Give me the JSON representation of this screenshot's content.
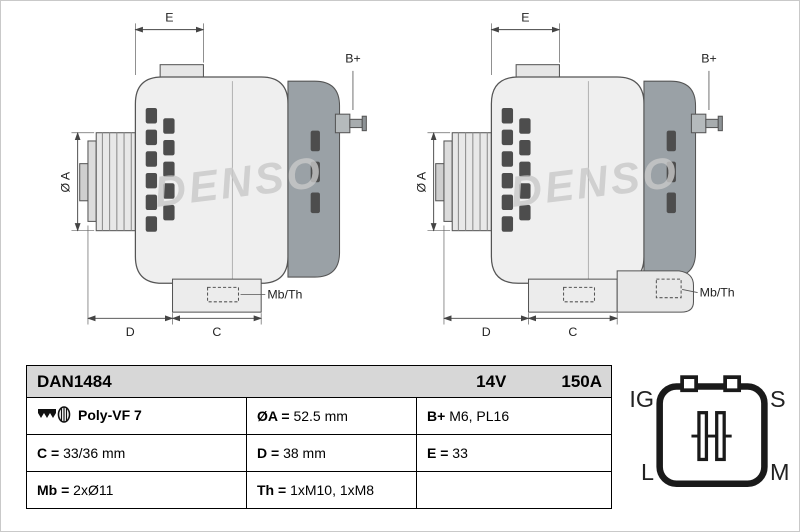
{
  "header": {
    "part_number": "DAN1484",
    "voltage": "14V",
    "amperage": "150A"
  },
  "drawing": {
    "watermark": "DENSO",
    "dim_e_label": "E",
    "terminal_b_label": "B+",
    "dim_a_label": "Ø A",
    "mb_th_label": "Mb/Th",
    "dim_d_label": "D",
    "dim_c_label": "C"
  },
  "spec_table": {
    "belt_type": {
      "value": "Poly-VF 7"
    },
    "pulley_diameter": {
      "label": "ØA =",
      "value": "52.5 mm"
    },
    "terminal": {
      "label": "B+",
      "value": "M6, PL16"
    },
    "dim_c": {
      "label": "C =",
      "value": "33/36 mm"
    },
    "dim_d": {
      "label": "D =",
      "value": "38 mm"
    },
    "dim_e": {
      "label": "E =",
      "value": "33"
    },
    "mounting": {
      "label": "Mb =",
      "value": "2xØ11"
    },
    "thread": {
      "label": "Th =",
      "value": "1xM10, 1xM8"
    }
  },
  "connector": {
    "pin_ig": "IG",
    "pin_s": "S",
    "pin_l": "L",
    "pin_m": "M"
  }
}
